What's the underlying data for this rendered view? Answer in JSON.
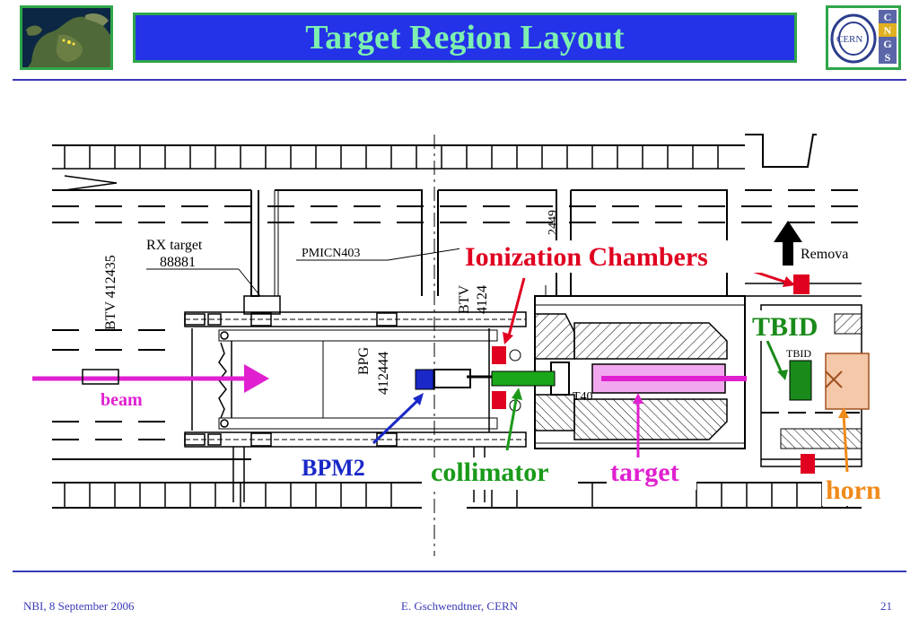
{
  "title": "Target Region Layout",
  "logos": {
    "left": "europe-satellite-map",
    "right_text": "CERN",
    "right_letters": [
      "C",
      "N",
      "G",
      "S"
    ]
  },
  "drawing_text": {
    "rx_target_line1": "RX  target",
    "rx_target_line2": "88881",
    "pmicn": "PMICN403",
    "btv_left": "BTV 412435",
    "btv_mid_line1": "BTV",
    "btv_mid_line2": "4124",
    "bpg_line1": "BPG",
    "bpg_line2": "412444",
    "t40": "T40",
    "tbid_small": "TBID",
    "remove_partial": "Remova",
    "top_vertical": "2449"
  },
  "annotations": {
    "ionization_chambers": "Ionization Chambers",
    "tbid": "TBID",
    "beam": "beam",
    "bpm2": "BPM2",
    "collimator": "collimator",
    "target": "target",
    "horn": "horn"
  },
  "colors": {
    "title_bg": "#2432e8",
    "title_text": "#7df0b0",
    "frame": "#2fa64a",
    "ionization": "#e00020",
    "tbid": "#1a8a1a",
    "beam": "#e020d0",
    "bpm2": "#1a28c8",
    "collimator": "#1a9a1a",
    "target": "#e020d0",
    "horn": "#f08a1a"
  },
  "footer": {
    "left": "NBI, 8 September 2006",
    "center": "E. Gschwendtner, CERN",
    "right": "21"
  }
}
